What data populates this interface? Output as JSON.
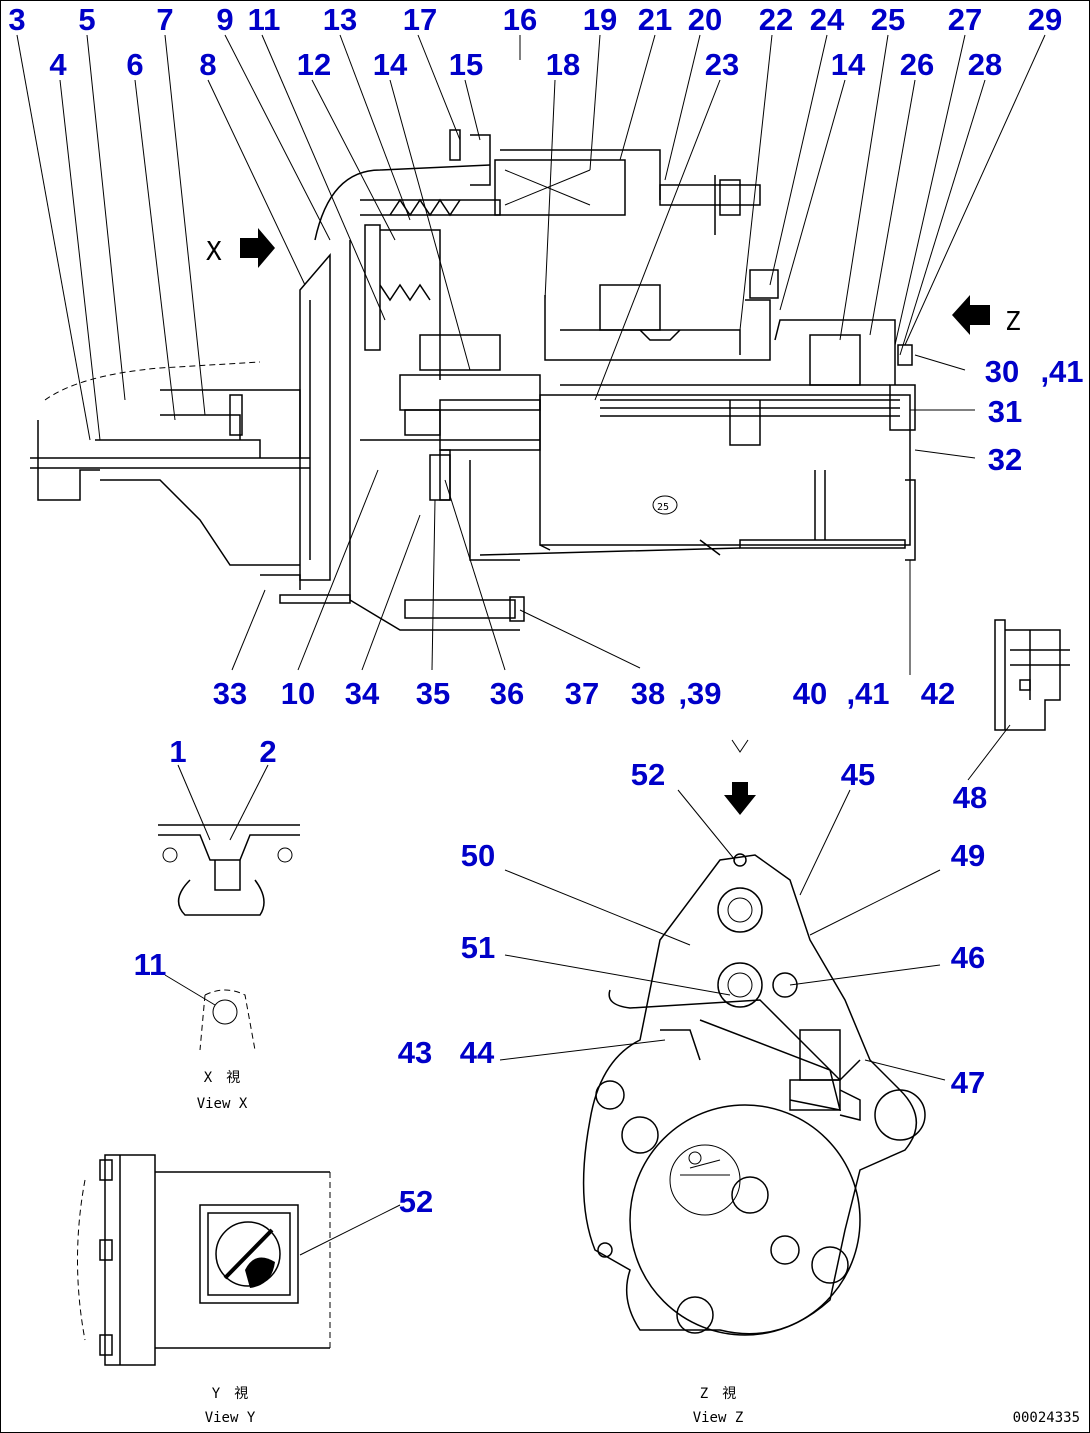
{
  "callouts_top": [
    "3",
    "5",
    "7",
    "9",
    "11",
    "13",
    "17",
    "16",
    "19",
    "21",
    "20",
    "22",
    "24",
    "25",
    "27",
    "29"
  ],
  "callouts_row2": [
    "4",
    "6",
    "8",
    "12",
    "14",
    "15",
    "18",
    "23",
    "14",
    "26",
    "28"
  ],
  "callouts_right": [
    "30",
    ",41",
    "31",
    "32"
  ],
  "callouts_bottom": [
    "33",
    "10",
    "34",
    "35",
    "36",
    "37",
    "38",
    ",39",
    "40",
    ",41",
    "42"
  ],
  "view_arrows": {
    "x": "X",
    "z": "Z",
    "v": "V"
  },
  "callouts_detail": {
    "n1": "1",
    "n2": "2",
    "n11": "11",
    "n48": "48",
    "n52a": "52",
    "n45": "45",
    "n50": "50",
    "n49": "49",
    "n51": "51",
    "n46": "46",
    "n43": "43",
    "n44": "44",
    "n47": "47",
    "n52b": "52"
  },
  "captions": {
    "view_x_jp": "X　視",
    "view_x_en": "View X",
    "view_y_jp": "Y　視",
    "view_y_en": "View Y",
    "view_z_jp": "Z　視",
    "view_z_en": "View Z",
    "drawing_number": "00024335"
  }
}
